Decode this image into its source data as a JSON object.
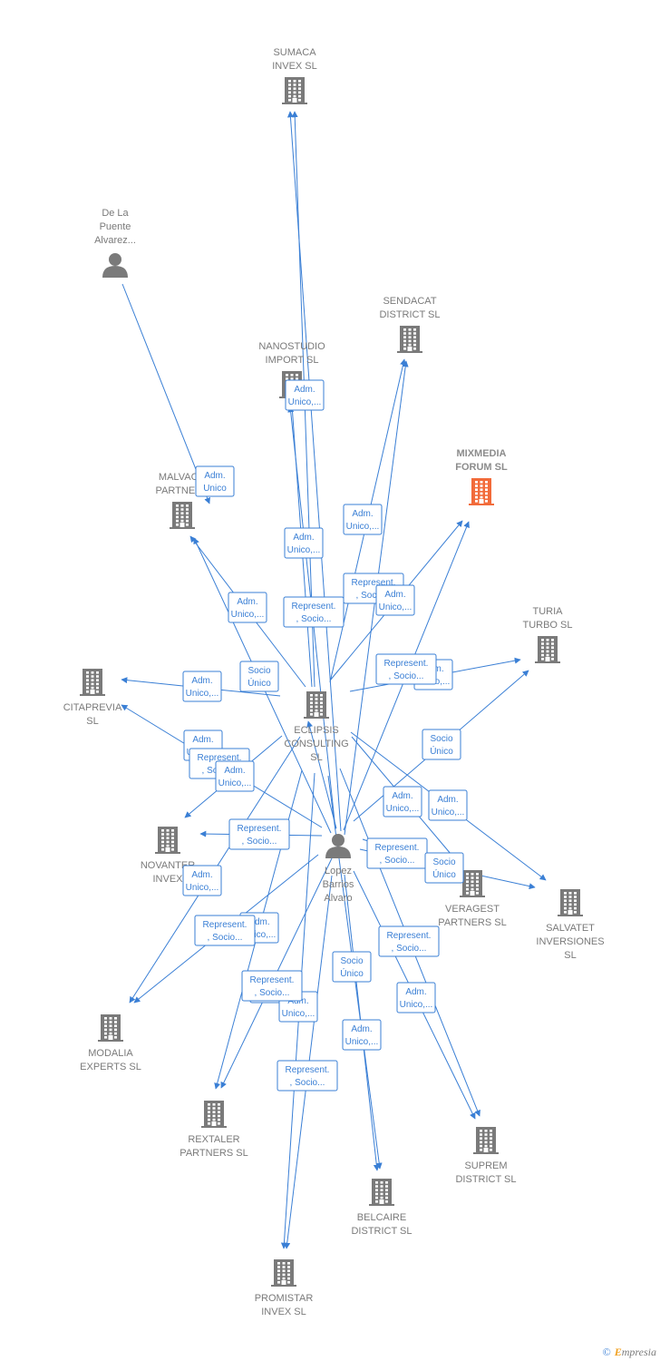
{
  "nodes": [
    {
      "id": "sumaca",
      "type": "company",
      "label": [
        "SUMACA",
        "INVEX  SL"
      ]
    },
    {
      "id": "delapuente",
      "type": "person",
      "label": [
        "De La",
        "Puente",
        "Alvarez..."
      ]
    },
    {
      "id": "sendacat",
      "type": "company",
      "label": [
        "SENDACAT",
        "DISTRICT  SL"
      ]
    },
    {
      "id": "nanostudio",
      "type": "company",
      "label": [
        "NANOSTUDIO",
        "IMPORT  SL"
      ]
    },
    {
      "id": "mixmedia",
      "type": "company",
      "highlight": true,
      "label": [
        "MIXMEDIA",
        "FORUM  SL"
      ]
    },
    {
      "id": "malvaco",
      "type": "company",
      "label": [
        "MALVACO",
        "PARTNERS"
      ]
    },
    {
      "id": "turia",
      "type": "company",
      "label": [
        "TURIA",
        "TURBO  SL"
      ]
    },
    {
      "id": "citaprevia",
      "type": "company",
      "label": [
        "CITAPREVIA",
        "SL"
      ]
    },
    {
      "id": "eclipsis",
      "type": "company",
      "label": [
        "ECLIPSIS",
        "CONSULTING",
        "SL"
      ]
    },
    {
      "id": "lopez",
      "type": "person",
      "label": [
        "Lopez",
        "Barrios",
        "Alvaro"
      ]
    },
    {
      "id": "novanter",
      "type": "company",
      "label": [
        "NOVANTER",
        "INVEX"
      ]
    },
    {
      "id": "veragest",
      "type": "company",
      "label": [
        "VERAGEST",
        "PARTNERS  SL"
      ]
    },
    {
      "id": "salvatet",
      "type": "company",
      "label": [
        "SALVATET",
        "INVERSIONES",
        "SL"
      ]
    },
    {
      "id": "modalia",
      "type": "company",
      "label": [
        "MODALIA",
        "EXPERTS  SL"
      ]
    },
    {
      "id": "rextaler",
      "type": "company",
      "label": [
        "REXTALER",
        "PARTNERS  SL"
      ]
    },
    {
      "id": "suprem",
      "type": "company",
      "label": [
        "SUPREM",
        "DISTRICT  SL"
      ]
    },
    {
      "id": "belcaire",
      "type": "company",
      "label": [
        "BELCAIRE",
        "DISTRICT  SL"
      ]
    },
    {
      "id": "promistar",
      "type": "company",
      "label": [
        "PROMISTAR",
        "INVEX  SL"
      ]
    }
  ],
  "edges": [
    {
      "from": "eclipsis",
      "to": "sumaca"
    },
    {
      "from": "lopez",
      "to": "sumaca"
    },
    {
      "from": "delapuente",
      "to": "eclipsis"
    },
    {
      "from": "eclipsis",
      "to": "sendacat"
    },
    {
      "from": "lopez",
      "to": "sendacat"
    },
    {
      "from": "eclipsis",
      "to": "nanostudio"
    },
    {
      "from": "lopez",
      "to": "nanostudio"
    },
    {
      "from": "eclipsis",
      "to": "mixmedia"
    },
    {
      "from": "lopez",
      "to": "mixmedia"
    },
    {
      "from": "eclipsis",
      "to": "malvaco"
    },
    {
      "from": "lopez",
      "to": "malvaco"
    },
    {
      "from": "eclipsis",
      "to": "turia"
    },
    {
      "from": "lopez",
      "to": "turia"
    },
    {
      "from": "eclipsis",
      "to": "citaprevia"
    },
    {
      "from": "lopez",
      "to": "citaprevia"
    },
    {
      "from": "eclipsis",
      "to": "novanter"
    },
    {
      "from": "lopez",
      "to": "novanter"
    },
    {
      "from": "lopez",
      "to": "eclipsis"
    },
    {
      "from": "eclipsis",
      "to": "veragest"
    },
    {
      "from": "lopez",
      "to": "veragest"
    },
    {
      "from": "eclipsis",
      "to": "salvatet"
    },
    {
      "from": "lopez",
      "to": "salvatet"
    },
    {
      "from": "eclipsis",
      "to": "modalia"
    },
    {
      "from": "lopez",
      "to": "modalia"
    },
    {
      "from": "eclipsis",
      "to": "rextaler"
    },
    {
      "from": "lopez",
      "to": "rextaler"
    },
    {
      "from": "eclipsis",
      "to": "suprem"
    },
    {
      "from": "lopez",
      "to": "suprem"
    },
    {
      "from": "eclipsis",
      "to": "belcaire"
    },
    {
      "from": "lopez",
      "to": "belcaire"
    },
    {
      "from": "eclipsis",
      "to": "promistar"
    },
    {
      "from": "lopez",
      "to": "promistar"
    }
  ],
  "edge_labels": [
    {
      "lines": [
        "Adm.",
        "Unico,..."
      ]
    },
    {
      "lines": [
        "Adm.",
        "Unico"
      ]
    },
    {
      "lines": [
        "Adm.",
        "Unico,..."
      ]
    },
    {
      "lines": [
        "Adm.",
        "Unico,..."
      ]
    },
    {
      "lines": [
        "Represent.",
        ", Socio..."
      ]
    },
    {
      "lines": [
        "Adm.",
        "Unico,..."
      ]
    },
    {
      "lines": [
        "Adm.",
        "Unico,..."
      ]
    },
    {
      "lines": [
        "Represent.",
        ", Socio..."
      ]
    },
    {
      "lines": [
        "Adm.",
        "Unico,..."
      ]
    },
    {
      "lines": [
        "Socio",
        "Único"
      ]
    },
    {
      "lines": [
        "Adm.",
        "Unico,..."
      ]
    },
    {
      "lines": [
        "Adm.",
        "Unico,..."
      ]
    },
    {
      "lines": [
        "Represent.",
        ", Socio..."
      ]
    },
    {
      "lines": [
        "Socio",
        "Único"
      ]
    },
    {
      "lines": [
        "Represent.",
        ", Socio..."
      ]
    },
    {
      "lines": [
        "Adm.",
        "Unico,..."
      ]
    },
    {
      "lines": [
        "Adm.",
        "Unico,..."
      ]
    },
    {
      "lines": [
        "Adm.",
        "Unico,..."
      ]
    },
    {
      "lines": [
        "Represent.",
        ", Socio..."
      ]
    },
    {
      "lines": [
        "Represent.",
        ", Socio..."
      ]
    },
    {
      "lines": [
        "Socio",
        "Único"
      ]
    },
    {
      "lines": [
        "Adm.",
        "Unico,..."
      ]
    },
    {
      "lines": [
        "Adm.",
        "Unico,..."
      ]
    },
    {
      "lines": [
        "Represent.",
        ", Socio..."
      ]
    },
    {
      "lines": [
        "Adm.",
        "Unico,..."
      ]
    },
    {
      "lines": [
        "Adm.",
        "Unico,..."
      ]
    },
    {
      "lines": [
        "Socio",
        "Único"
      ]
    },
    {
      "lines": [
        "Represent.",
        ", Socio..."
      ]
    },
    {
      "lines": [
        "Adm.",
        "Unico,..."
      ]
    },
    {
      "lines": [
        "Adm.",
        "Unico,..."
      ]
    },
    {
      "lines": [
        "Represent.",
        ", Socio..."
      ]
    },
    {
      "lines": [
        "Represent.",
        ", Socio..."
      ]
    }
  ],
  "colors": {
    "edge": "#3a7fd5",
    "node": "#7a7a7a",
    "highlight": "#f26b3a"
  },
  "footer": {
    "copyright": "©",
    "brand_initial": "E",
    "brand_rest": "mpresia"
  }
}
